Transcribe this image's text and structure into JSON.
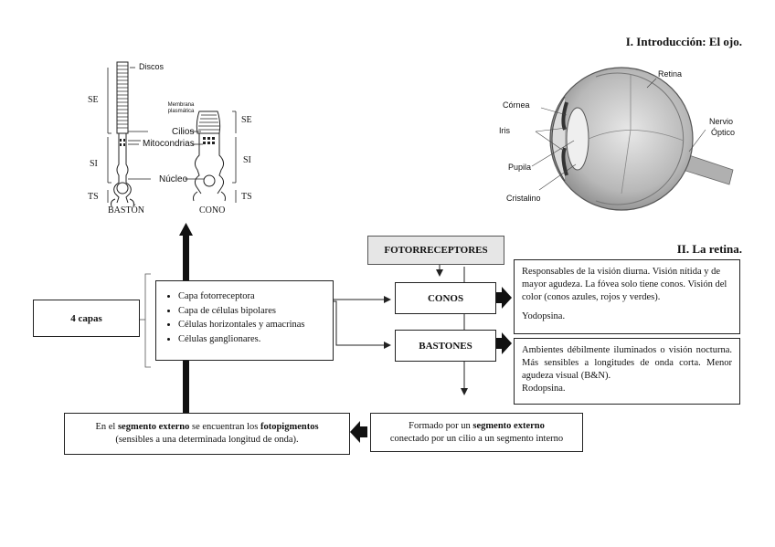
{
  "intro_heading": "I. Introducción: El ojo.",
  "retina_heading": "II. La retina.",
  "rod_cone_figure": {
    "labels": {
      "discos": "Discos",
      "membrana": "Membrana plasmática",
      "cilios": "Cilios",
      "mitocondrias": "Mitocondrias",
      "nucleo": "Núcleo",
      "se_left": "SE",
      "si_left": "SI",
      "ts_left": "TS",
      "se_right": "SE",
      "si_right": "SI",
      "ts_right": "TS",
      "baston": "BASTÓN",
      "cono": "CONO"
    }
  },
  "eye_figure": {
    "labels": {
      "retina": "Retina",
      "cornea": "Córnea",
      "iris": "Iris",
      "pupila": "Pupila",
      "cristalino": "Cristalino",
      "nervio": "Nervio",
      "optico": "Óptico"
    }
  },
  "four_layers_label": "4 capas",
  "layers": [
    "Capa fotorreceptora",
    "Capa de células bipolares",
    "Células horizontales y amacrinas",
    "Células ganglionares."
  ],
  "fotorreceptores": "FOTORRECEPTORES",
  "conos": "CONOS",
  "bastones": "BASTONES",
  "conos_desc_1": "Responsables de la visión diurna. Visión nítida y de mayor agudeza. La fóvea solo tiene conos. Visión del color (conos azules, rojos y verdes).",
  "conos_desc_2": "Yodopsina.",
  "bastones_desc_1": "Ambientes débilmente iluminados o visión nocturna. Más sensibles a longitudes de onda corta. Menor agudeza visual (B&N).",
  "bastones_desc_2": "Rodopsina.",
  "segment_box": {
    "pre": "Formado por un ",
    "bold": "segmento externo",
    "post": "conectado por un cilio a un segmento interno"
  },
  "fotopig_box": {
    "p1": "En el ",
    "b1": "segmento externo",
    "p2": " se encuentran los ",
    "b2": "fotopigmentos",
    "p3": "(sensibles a una determinada longitud de onda)."
  }
}
